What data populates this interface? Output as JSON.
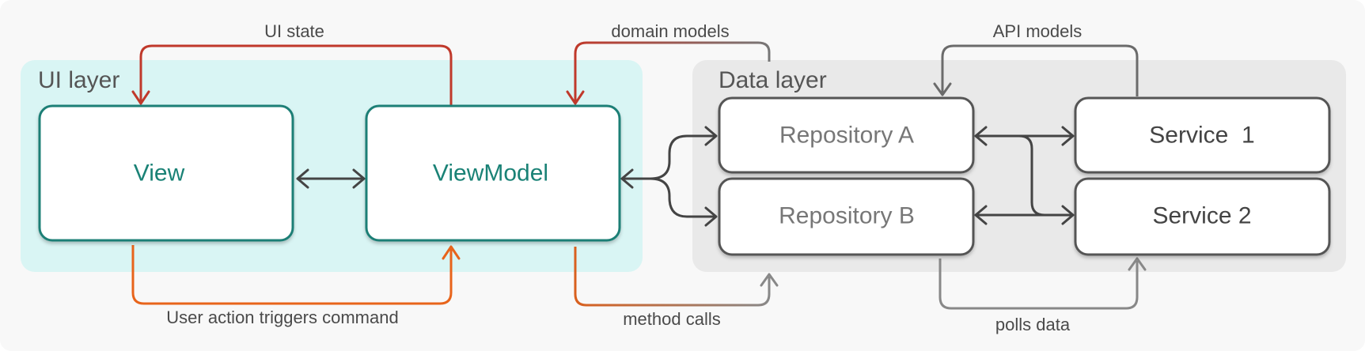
{
  "layers": {
    "ui": {
      "label": "UI layer"
    },
    "data": {
      "label": "Data layer"
    }
  },
  "nodes": {
    "view": {
      "label": "View"
    },
    "viewmodel": {
      "label": "ViewModel"
    },
    "repo_a": {
      "label": "Repository A"
    },
    "repo_b": {
      "label": "Repository B"
    },
    "service_1": {
      "label": "Service  1"
    },
    "service_2": {
      "label": "Service 2"
    }
  },
  "edges": {
    "ui_state": {
      "label": "UI state"
    },
    "user_action": {
      "label": "User action triggers command"
    },
    "domain_models": {
      "label": "domain models"
    },
    "method_calls": {
      "label": "method calls"
    },
    "api_models": {
      "label": "API models"
    },
    "polls_data": {
      "label": "polls data"
    }
  },
  "colors": {
    "ui_layer_bg": "#d9f5f4",
    "data_layer_bg": "#e9e9e9",
    "ui_box_border": "#1f7f76",
    "ui_box_text": "#1a8276",
    "data_box_border": "#555555",
    "data_box_text": "#777777",
    "service_text": "#444444",
    "ui_state_arrow": "#c0392b",
    "user_action_arrow": "#e8641b",
    "grey_arrow": "#6b6b6b",
    "dark_arrow": "#444444"
  }
}
